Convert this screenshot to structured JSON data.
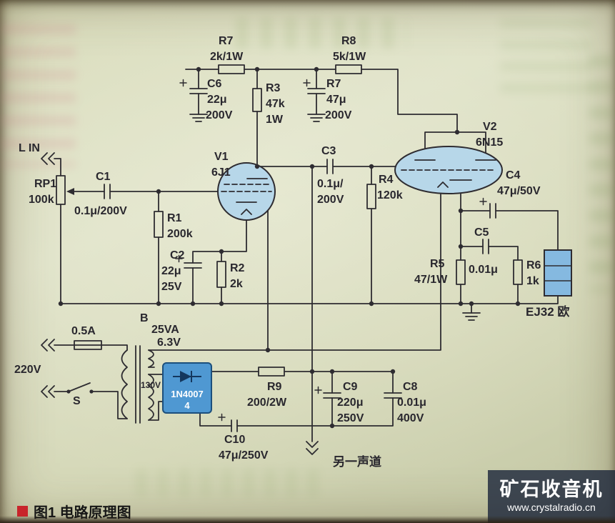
{
  "page": {
    "caption": "图1 电路原理图",
    "watermark_title": "矿石收音机",
    "watermark_url": "www.crystalradio.cn"
  },
  "colors": {
    "ink": "#2e2c31",
    "tube_fill": "#b7d7e9",
    "rectifier_fill": "#4f98d2",
    "speaker_fill": "#85b9e0",
    "caption_red": "#c8242b"
  },
  "components": {
    "input": {
      "label": "L IN"
    },
    "rp1": {
      "ref": "RP1",
      "value": "100k"
    },
    "c1": {
      "ref": "C1",
      "value": "0.1μ/200V"
    },
    "r1": {
      "ref": "R1",
      "value": "200k"
    },
    "c2": {
      "ref": "C2",
      "value1": "22μ",
      "value2": "25V"
    },
    "r2": {
      "ref": "R2",
      "value": "2k"
    },
    "v1": {
      "ref": "V1",
      "value": "6J1"
    },
    "r7_top": {
      "ref": "R7",
      "value": "2k/1W"
    },
    "c6": {
      "ref": "C6",
      "value1": "22μ",
      "value2": "200V"
    },
    "r3": {
      "ref": "R3",
      "value1": "47k",
      "value2": "1W"
    },
    "r8": {
      "ref": "R8",
      "value": "5k/1W"
    },
    "c7": {
      "ref": "R7",
      "value1": "47μ",
      "value2": "200V"
    },
    "c3": {
      "ref": "C3",
      "value1": "0.1μ/",
      "value2": "200V"
    },
    "r4": {
      "ref": "R4",
      "value": "120k"
    },
    "v2": {
      "ref": "V2",
      "value": "6N15"
    },
    "c4": {
      "ref": "C4",
      "value": "47μ/50V"
    },
    "c5": {
      "ref": "C5",
      "value": "0.01μ"
    },
    "r5": {
      "ref": "R5",
      "value": "47/1W"
    },
    "r6": {
      "ref": "R6",
      "value": "1k"
    },
    "speaker": {
      "label": "EJ32 欧"
    },
    "transformer": {
      "ref": "B",
      "value": "25VA",
      "secondary1": "6.3V",
      "secondary2": "130V"
    },
    "fuse": {
      "value": "0.5A"
    },
    "mains": {
      "value": "220V"
    },
    "switch": {
      "ref": "S"
    },
    "rectifier": {
      "line1": "1N4007",
      "line2": "4"
    },
    "r9": {
      "ref": "R9",
      "value": "200/2W"
    },
    "c9": {
      "ref": "C9",
      "value1": "220μ",
      "value2": "250V"
    },
    "c8": {
      "ref": "C8",
      "value1": "0.01μ",
      "value2": "400V"
    },
    "c10": {
      "ref": "C10",
      "value": "47μ/250V"
    },
    "other_channel": {
      "label": "另一声道"
    }
  }
}
